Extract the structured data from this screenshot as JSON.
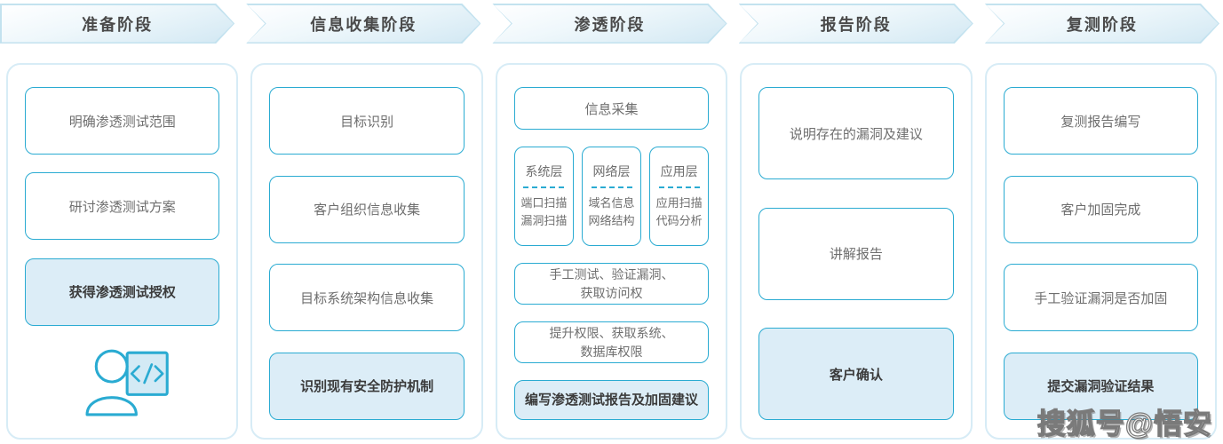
{
  "watermark": {
    "text": "搜狐号@悟安"
  },
  "colors": {
    "accent": "#2aabd2",
    "highlight_bg": "#dcedf7",
    "panel_border": "#d7ecf6",
    "banner_border": "#c3e2ef",
    "banner_gradient_end": "#d2e8f3",
    "text_normal": "#6e6e6e",
    "text_highlight": "#3b3b3b",
    "banner_text": "#4a4a4a"
  },
  "phases": [
    {
      "label": "准备阶段",
      "boxes": [
        {
          "text": "明确渗透测试范围"
        },
        {
          "text": "研讨渗透测试方案"
        },
        {
          "text": "获得渗透测试授权",
          "highlight": true
        }
      ],
      "icon": "user-code-icon"
    },
    {
      "label": "信息收集阶段",
      "boxes": [
        {
          "text": "目标识别"
        },
        {
          "text": "客户组织信息收集"
        },
        {
          "text": "目标系统架构信息收集"
        },
        {
          "text": "识别现有安全防护机制",
          "highlight": true
        }
      ]
    },
    {
      "label": "渗透阶段",
      "boxes": [
        {
          "text": "信息采集"
        }
      ],
      "layers": [
        {
          "title": "系统层",
          "lines": "端口扫描\n漏洞扫描"
        },
        {
          "title": "网络层",
          "lines": "域名信息\n网络结构"
        },
        {
          "title": "应用层",
          "lines": "应用扫描\n代码分析"
        }
      ],
      "steps": [
        {
          "text": "手工测试、验证漏洞、\n获取访问权"
        },
        {
          "text": "提升权限、获取系统、\n数据库权限"
        },
        {
          "text": "编写渗透测试报告及加固建议",
          "highlight": true
        }
      ]
    },
    {
      "label": "报告阶段",
      "boxes": [
        {
          "text": "说明存在的漏洞及建议"
        },
        {
          "text": "讲解报告"
        },
        {
          "text": "客户确认",
          "highlight": true
        }
      ]
    },
    {
      "label": "复测阶段",
      "boxes": [
        {
          "text": "复测报告编写"
        },
        {
          "text": "客户加固完成"
        },
        {
          "text": "手工验证漏洞是否加固"
        },
        {
          "text": "提交漏洞验证结果",
          "highlight": true
        }
      ]
    }
  ]
}
